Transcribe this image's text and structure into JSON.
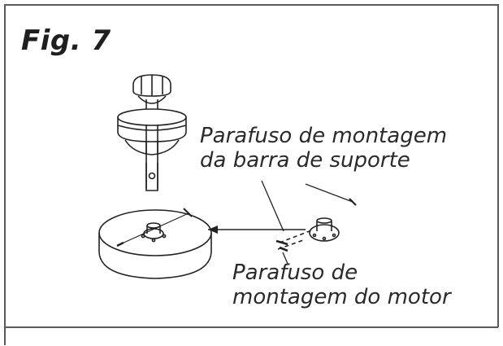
{
  "figure": {
    "title": "Fig. 7",
    "callouts": {
      "bracket_screw": {
        "line1": "Parafuso de montagem",
        "line2": "da barra de suporte"
      },
      "motor_screw": {
        "line1": "Parafuso de",
        "line2": "montagem do motor"
      }
    },
    "colors": {
      "frame": "#5a5a5a",
      "ink": "#1f1f1f"
    }
  }
}
